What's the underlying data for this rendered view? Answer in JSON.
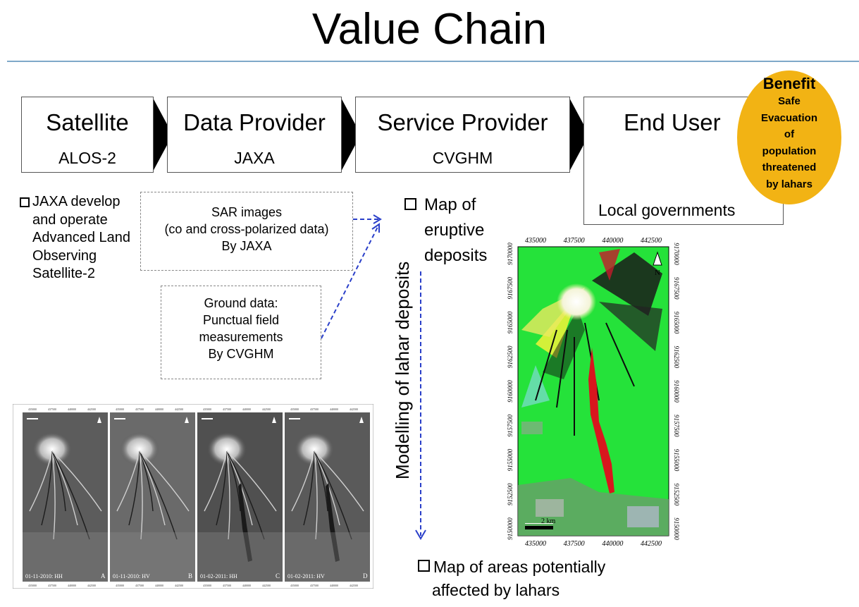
{
  "title": "Value Chain",
  "stages": [
    {
      "name": "Satellite",
      "sub": "ALOS-2"
    },
    {
      "name": "Data Provider",
      "sub": "JAXA"
    },
    {
      "name": "Service Provider",
      "sub": "CVGHM"
    },
    {
      "name": "End User",
      "sub": "Local governments"
    }
  ],
  "benefit": {
    "heading": "Benefit",
    "lines": [
      "Safe",
      "Evacuation",
      "of",
      "population",
      "threatened",
      "by lahars"
    ]
  },
  "jaxa_note": [
    "JAXA develop",
    "and operate",
    "Advanced Land",
    "Observing",
    "Satellite-2"
  ],
  "sar_box": [
    "SAR images",
    "(co and cross-polarized data)",
    "By JAXA"
  ],
  "ground_box": [
    "Ground data:",
    "Punctual field",
    "measurements",
    "By CVGHM"
  ],
  "eruptive_map": [
    "Map of",
    "eruptive",
    "deposits"
  ],
  "modelling_label": "Modelling of lahar deposits",
  "affected_map": [
    "Map of areas potentially",
    "affected by lahars"
  ],
  "sar_panels": [
    {
      "label": "01-11-2010: HH",
      "letter": "A"
    },
    {
      "label": "01-11-2010: HV",
      "letter": "B"
    },
    {
      "label": "01-02-2011: HH",
      "letter": "C"
    },
    {
      "label": "01-02-2011: HV",
      "letter": "D"
    }
  ],
  "sar_axis_ticks": [
    "435000",
    "437500",
    "440000",
    "442500"
  ],
  "map": {
    "x_ticks": [
      "435000",
      "437500",
      "440000",
      "442500"
    ],
    "y_ticks": [
      "9170000",
      "9167500",
      "9165000",
      "9162500",
      "9160000",
      "9157500",
      "9155000",
      "9152500",
      "9150000"
    ],
    "scale": "2 km",
    "north": "N"
  },
  "colors": {
    "benefit": "#f2b314",
    "arrow": "#2a3fc9",
    "rule": "#7fa9c9",
    "lahar": "#d8161e",
    "vegetation": "#25e23a"
  }
}
